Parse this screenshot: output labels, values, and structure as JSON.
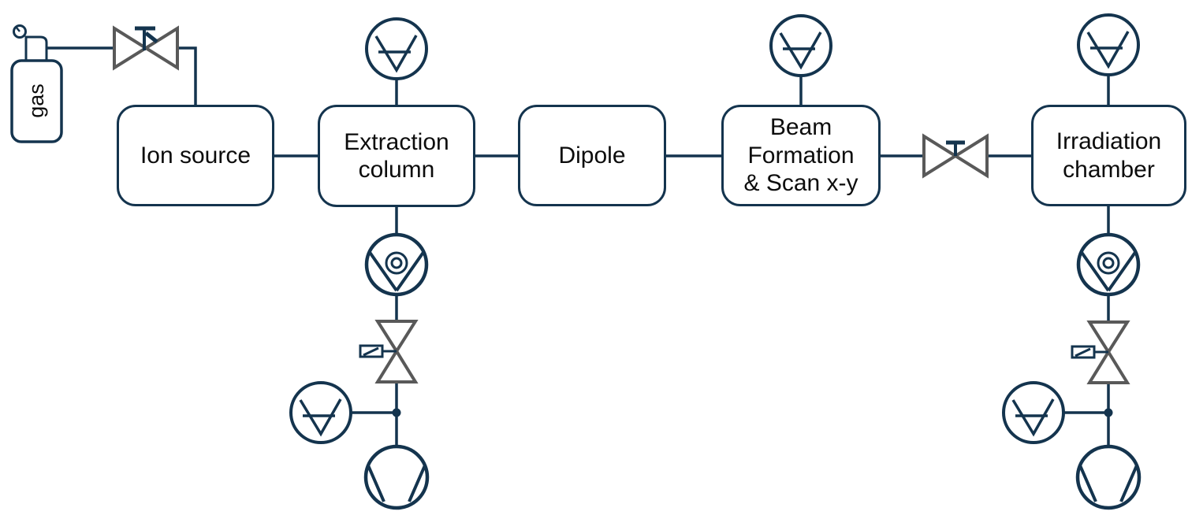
{
  "diagram": {
    "type": "vacuum-beamline-schematic",
    "gas": {
      "label": "gas"
    },
    "boxes": [
      {
        "id": "ion-source",
        "lines": [
          "Ion source"
        ]
      },
      {
        "id": "extraction-column",
        "lines": [
          "Extraction",
          "column"
        ]
      },
      {
        "id": "dipole",
        "lines": [
          "Dipole"
        ]
      },
      {
        "id": "beam-formation",
        "lines": [
          "Beam",
          "Formation",
          "& Scan x-y"
        ]
      },
      {
        "id": "irradiation-chamber",
        "lines": [
          "Irradiation",
          "chamber"
        ]
      }
    ],
    "icons": {
      "gas_cylinder": 1,
      "pressure_regulator": 1,
      "manual_valve": 2,
      "vacuum_gauge": 5,
      "turbo_pump": 2,
      "backing_pump": 2,
      "solenoid_valve": 2,
      "junction_dot": 2
    },
    "colors": {
      "line": "#14344e",
      "valve_gray": "#595959",
      "text": "#0c0c0c",
      "background": "#ffffff"
    }
  }
}
